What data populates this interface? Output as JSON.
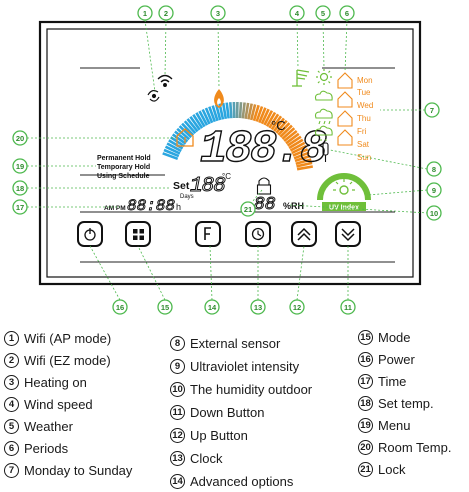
{
  "display": {
    "room_temp": "188.8",
    "temp_unit": "°C",
    "set_label": "Set",
    "set_temp": "188",
    "set_unit": "°C",
    "humidity": "88",
    "humidity_unit": "%RH",
    "clock_digits": "88:88",
    "clock_suffix": "h",
    "days_label": "Days",
    "am_pm": "AM PM",
    "hold_modes": [
      "Permanent Hold",
      "Temporary Hold",
      "Using Schedule"
    ],
    "weekdays": [
      "Mon",
      "Tue",
      "Wed",
      "Thu",
      "Fri",
      "Sat",
      "Sun"
    ],
    "uv_label": "UV Index",
    "colors": {
      "cold": "#2aa6e0",
      "hot": "#f08a1c",
      "green": "#6fbf3a",
      "outline": "#000000",
      "callout": "#4db84d"
    }
  },
  "callouts": [
    "1",
    "2",
    "3",
    "4",
    "5",
    "6",
    "7",
    "8",
    "9",
    "10",
    "11",
    "12",
    "13",
    "14",
    "15",
    "16",
    "17",
    "18",
    "19",
    "20",
    "21"
  ],
  "legend": [
    {
      "num": "1",
      "text": "Wifi (AP mode)"
    },
    {
      "num": "2",
      "text": "Wifi (EZ mode)"
    },
    {
      "num": "3",
      "text": "Heating on"
    },
    {
      "num": "4",
      "text": "Wind speed"
    },
    {
      "num": "5",
      "text": "Weather"
    },
    {
      "num": "6",
      "text": "Periods"
    },
    {
      "num": "7",
      "text": "Monday to Sunday"
    },
    {
      "num": "8",
      "text": "External sensor"
    },
    {
      "num": "9",
      "text": "Ultraviolet intensity"
    },
    {
      "num": "10",
      "text": "The humidity outdoor"
    },
    {
      "num": "11",
      "text": "Down Button"
    },
    {
      "num": "12",
      "text": "Up Button"
    },
    {
      "num": "13",
      "text": "Clock"
    },
    {
      "num": "14",
      "text": "Advanced options"
    },
    {
      "num": "15",
      "text": "Mode"
    },
    {
      "num": "16",
      "text": "Power"
    },
    {
      "num": "17",
      "text": "Time"
    },
    {
      "num": "18",
      "text": "Set temp."
    },
    {
      "num": "19",
      "text": "Menu"
    },
    {
      "num": "20",
      "text": "Room Temp."
    },
    {
      "num": "21",
      "text": "Lock"
    }
  ]
}
